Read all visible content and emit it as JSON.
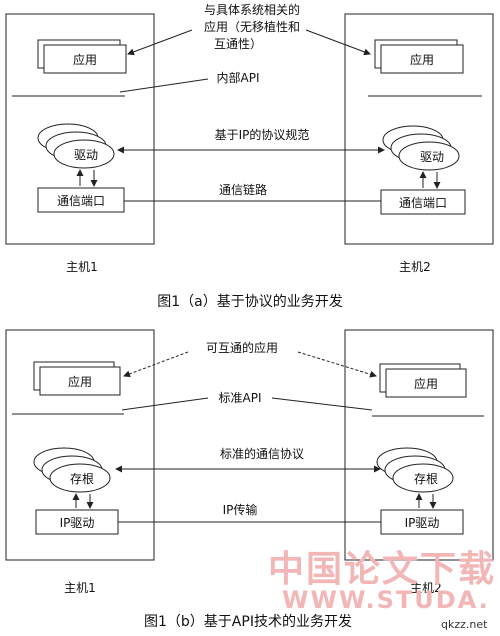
{
  "figure_a": {
    "caption": "图1（a）基于协议的业务开发",
    "annotation_line1": "与具体系统相关的",
    "annotation_line2": "应用（无移植性和",
    "annotation_line3": "互通性）",
    "internal_api": "内部API",
    "protocol_spec": "基于IP的协议规范",
    "comm_link": "通信链路",
    "host1": {
      "name": "主机1",
      "app": "应用",
      "driver": "驱动",
      "port": "通信端口"
    },
    "host2": {
      "name": "主机2",
      "app": "应用",
      "driver": "驱动",
      "port": "通信端口"
    }
  },
  "figure_b": {
    "caption": "图1（b）基于API技术的业务开发",
    "interop_app": "可互通的应用",
    "standard_api": "标准API",
    "standard_protocol": "标准的通信协议",
    "ip_transport": "IP传输",
    "host1": {
      "name": "主机1",
      "app": "应用",
      "stub": "存根",
      "driver": "IP驱动"
    },
    "host2": {
      "name": "主机2",
      "app": "应用",
      "stub": "存根",
      "driver": "IP驱动"
    }
  },
  "watermark": {
    "line1": "中国论文下载",
    "line2": "WWW.STUDA.",
    "corner": "qkzz.net"
  },
  "colors": {
    "watermark_red": "#f2b6b6",
    "line": "#222222"
  }
}
